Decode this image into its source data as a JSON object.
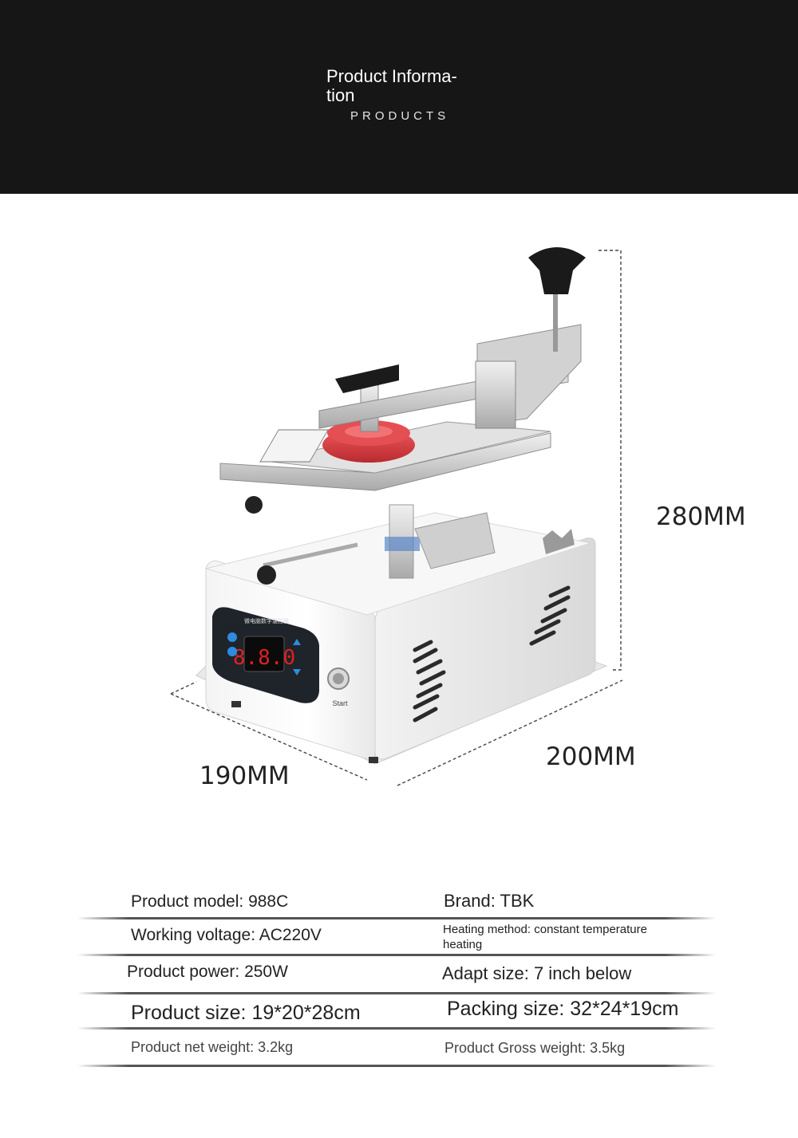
{
  "header": {
    "title": "Product Informa-tion",
    "subtitle": "PRODUCTS"
  },
  "product": {
    "image_name": "screen-separator-machine",
    "display_reading": "8.8.0",
    "panel_label": "微电脑数字温控器",
    "start_label": "Start"
  },
  "dimensions": {
    "height": "280MM",
    "depth": "200MM",
    "width": "190MM"
  },
  "specs": {
    "model": "Product model: 988C",
    "brand": "Brand: TBK",
    "voltage": "Working voltage: AC220V",
    "heating": "Heating method: constant temperature heating",
    "power": "Product power: 250W",
    "adapt_size": "Adapt size: 7 inch below",
    "product_size": "Product size: 19*20*28cm",
    "packing_size": "Packing size: 32*24*19cm",
    "net_weight": "Product net weight: 3.2kg",
    "gross_weight": "Product Gross weight: 3.5kg"
  },
  "colors": {
    "header_bg": "#161616",
    "display_digits": "#e02020",
    "suction_cup": "#d8363a"
  }
}
